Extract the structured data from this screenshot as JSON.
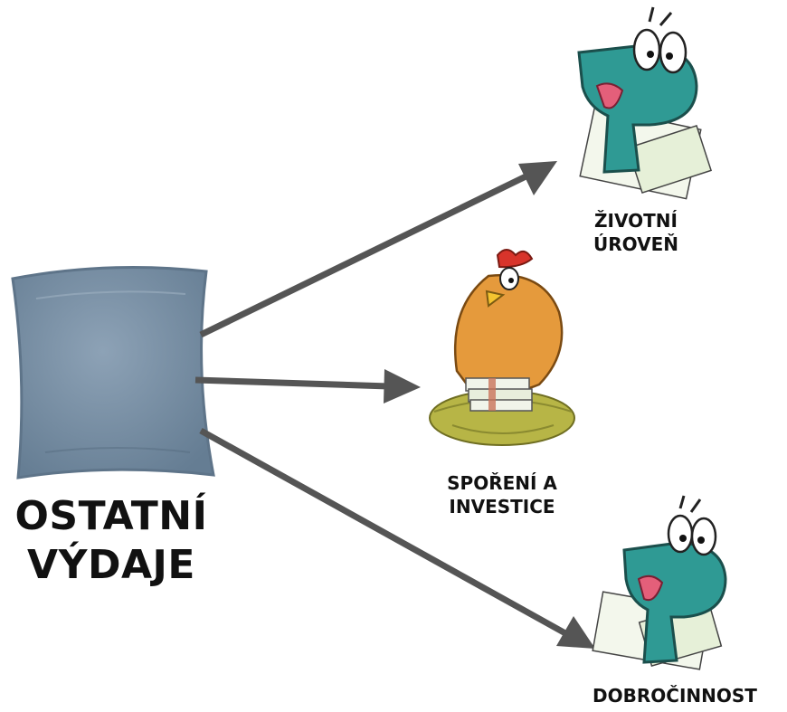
{
  "source": {
    "label_line1": "OSTATNÍ",
    "label_line2": "VÝDAJE",
    "icon": "pillow-icon"
  },
  "targets": [
    {
      "id": "living",
      "label_line1": "ŽIVOTNÍ",
      "label_line2": "ÚROVEŇ",
      "icon": "p-monster-eating-money-icon"
    },
    {
      "id": "savings",
      "label_line1": "SPOŘENÍ A",
      "label_line2": "INVESTICE",
      "icon": "hen-on-money-nest-icon"
    },
    {
      "id": "charity",
      "label_line1": "DOBROČINNOST",
      "icon": "p-monster-eating-money-icon"
    }
  ],
  "colors": {
    "arrow": "#555555",
    "pillow": "#7d93a8",
    "monster": "#2f9a94",
    "hen": "#e59a3c",
    "nest": "#b7b546"
  }
}
